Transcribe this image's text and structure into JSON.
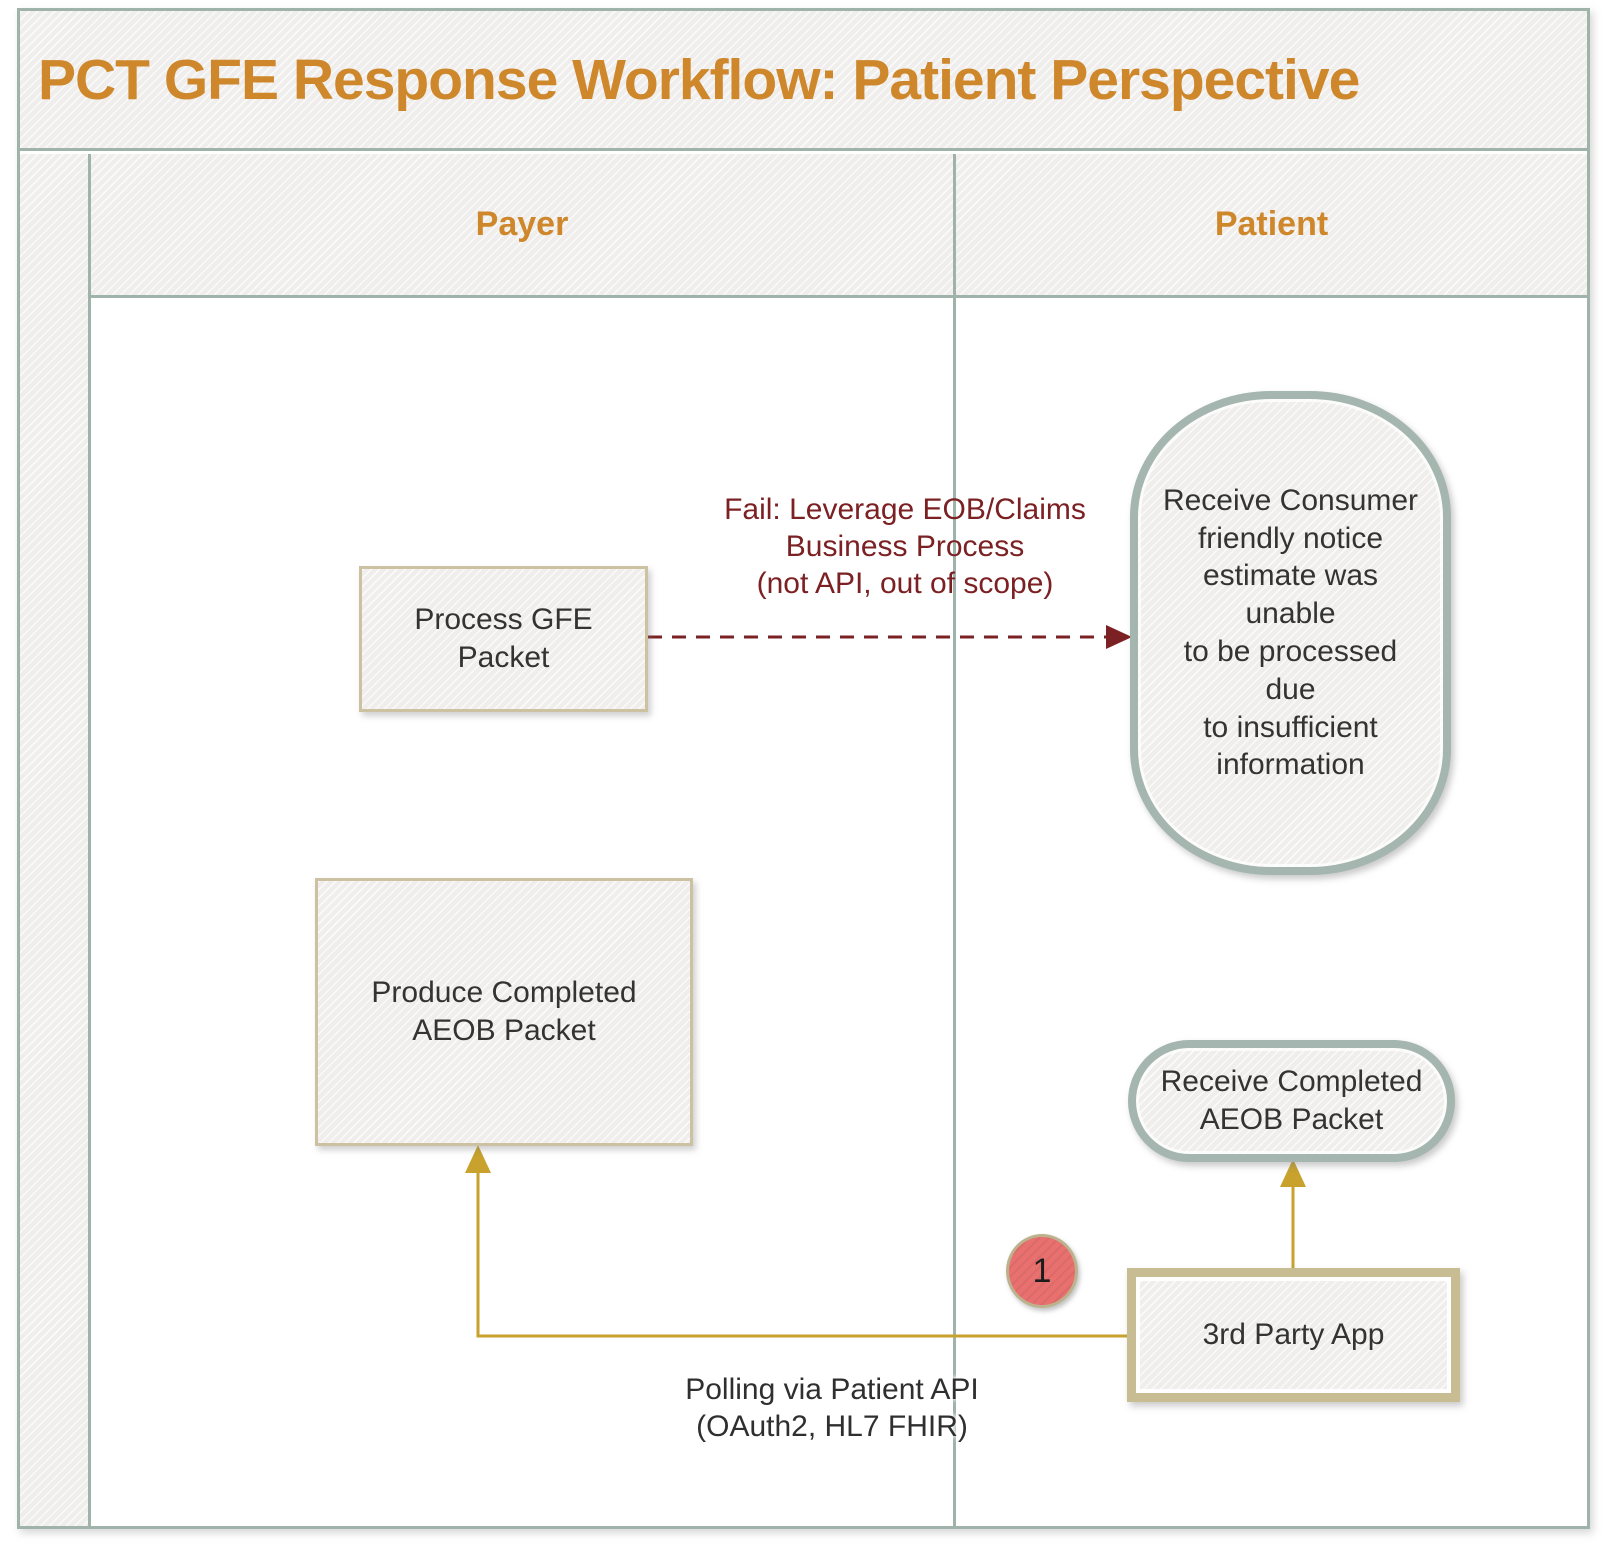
{
  "title": "PCT GFE Response Workflow: Patient Perspective",
  "lanes": {
    "payer": "Payer",
    "patient": "Patient"
  },
  "nodes": {
    "process_gfe": "Process GFE\nPacket",
    "produce_aeob": "Produce Completed\nAEOB Packet",
    "receive_notice": "Receive Consumer\nfriendly notice\nestimate was unable\nto be processed due\nto insufficient\ninformation",
    "receive_aeob": "Receive Completed\nAEOB Packet",
    "third_party_app": "3rd Party App"
  },
  "edges": {
    "fail_label": "Fail: Leverage EOB/Claims\nBusiness Process\n(not API, out of scope)",
    "polling_label": "Polling via Patient API\n(OAuth2, HL7 FHIR)"
  },
  "badges": {
    "step1": "1"
  },
  "colors": {
    "accent_orange": "#CE872B",
    "maroon_edge": "#7B2023",
    "gold_edge": "#C8A22D",
    "sage_border": "#9FB3AB",
    "tan_border": "#C8BC92",
    "badge_red": "#E8706F"
  }
}
